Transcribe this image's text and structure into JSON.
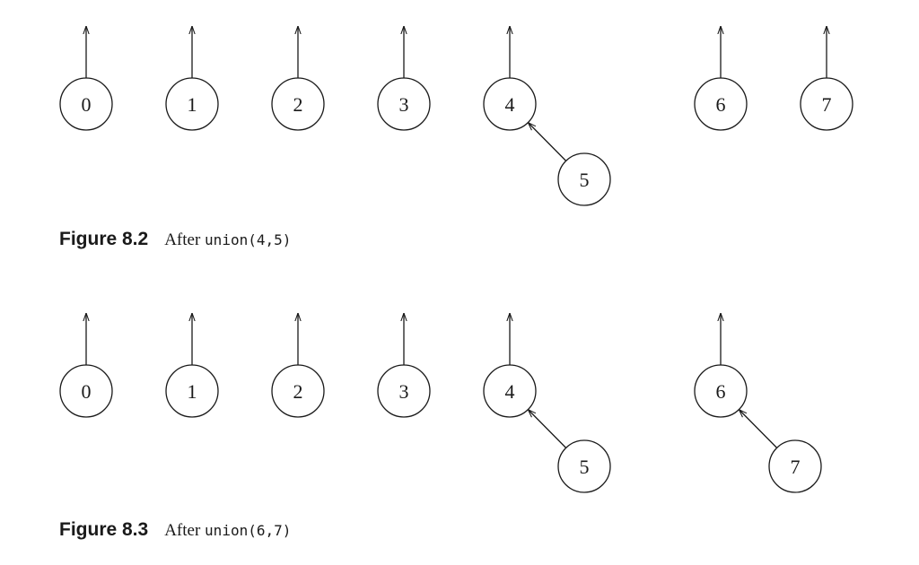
{
  "figures": [
    {
      "number": "Figure 8.2",
      "caption_prefix": "After",
      "caption_code": "union(4,5)",
      "nodes": [
        {
          "label": "0",
          "parent": null
        },
        {
          "label": "1",
          "parent": null
        },
        {
          "label": "2",
          "parent": null
        },
        {
          "label": "3",
          "parent": null
        },
        {
          "label": "4",
          "parent": null
        },
        {
          "label": "5",
          "parent": "4"
        },
        {
          "label": "6",
          "parent": null
        },
        {
          "label": "7",
          "parent": null
        }
      ]
    },
    {
      "number": "Figure 8.3",
      "caption_prefix": "After",
      "caption_code": "union(6,7)",
      "nodes": [
        {
          "label": "0",
          "parent": null
        },
        {
          "label": "1",
          "parent": null
        },
        {
          "label": "2",
          "parent": null
        },
        {
          "label": "3",
          "parent": null
        },
        {
          "label": "4",
          "parent": null
        },
        {
          "label": "5",
          "parent": "4"
        },
        {
          "label": "6",
          "parent": null
        },
        {
          "label": "7",
          "parent": "6"
        }
      ]
    }
  ]
}
